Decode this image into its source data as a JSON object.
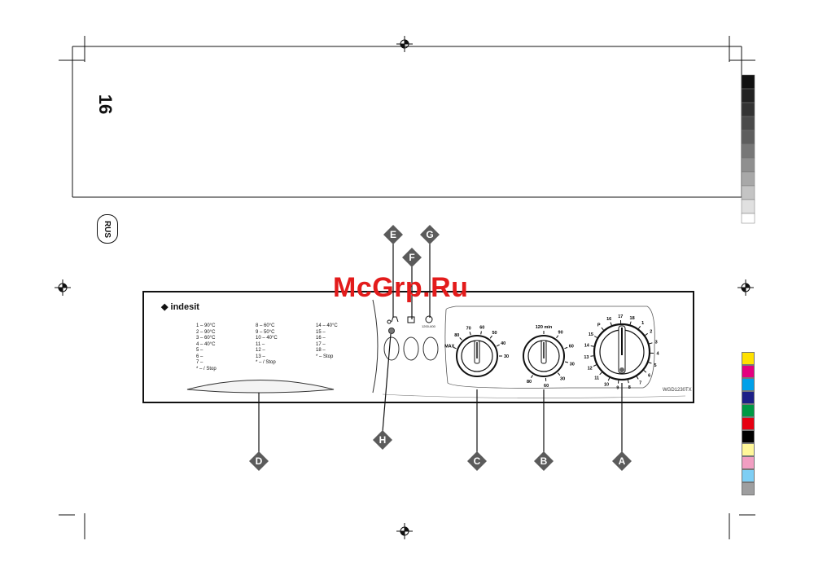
{
  "page": {
    "number": "16",
    "language_badge": "RUS",
    "watermark": "McGrp.Ru"
  },
  "panel": {
    "brand": "indesit",
    "model": "WGD1230TX",
    "programs": {
      "cotton": [
        "1 – 90°C",
        "2 – 90°C",
        "3 – 60°C",
        "4 – 40°C",
        "5 –",
        "6 –",
        "7 –",
        "* – / Stop"
      ],
      "synthetic": [
        "8 – 60°C",
        "9 – 50°C",
        "10 – 40°C",
        "11 –",
        "12 –",
        "13 –",
        "* – / Stop"
      ],
      "delicate": [
        "14 – 40°C",
        "15 –",
        "16 –",
        "17 –",
        "18 –",
        "* – Stop"
      ]
    },
    "temp_dial": {
      "labels": [
        "MAX",
        "80",
        "70",
        "60",
        "50",
        "40",
        "30"
      ]
    },
    "dry_dial": {
      "labels": [
        "120 min",
        "90",
        "60",
        "30",
        "30",
        "60",
        "80"
      ]
    },
    "program_dial": {
      "labels": [
        "P",
        "16",
        "17",
        "18",
        "1",
        "2",
        "3",
        "4",
        "5",
        "6",
        "7",
        "8",
        "9",
        "10",
        "11",
        "12",
        "13",
        "14",
        "15"
      ]
    },
    "spin_label": "1200-600"
  },
  "callouts": [
    "A",
    "B",
    "C",
    "D",
    "E",
    "F",
    "G",
    "H"
  ],
  "colors": {
    "marker_fill": "#5b5b5b",
    "watermark": "#e31b1b",
    "color_bar": [
      "#ffe100",
      "#e4007f",
      "#00a0e9",
      "#1d2088",
      "#009944",
      "#e60012",
      "#000000",
      "#fff799",
      "#f19ec2",
      "#7ecef4",
      "#9e9e9f"
    ]
  }
}
